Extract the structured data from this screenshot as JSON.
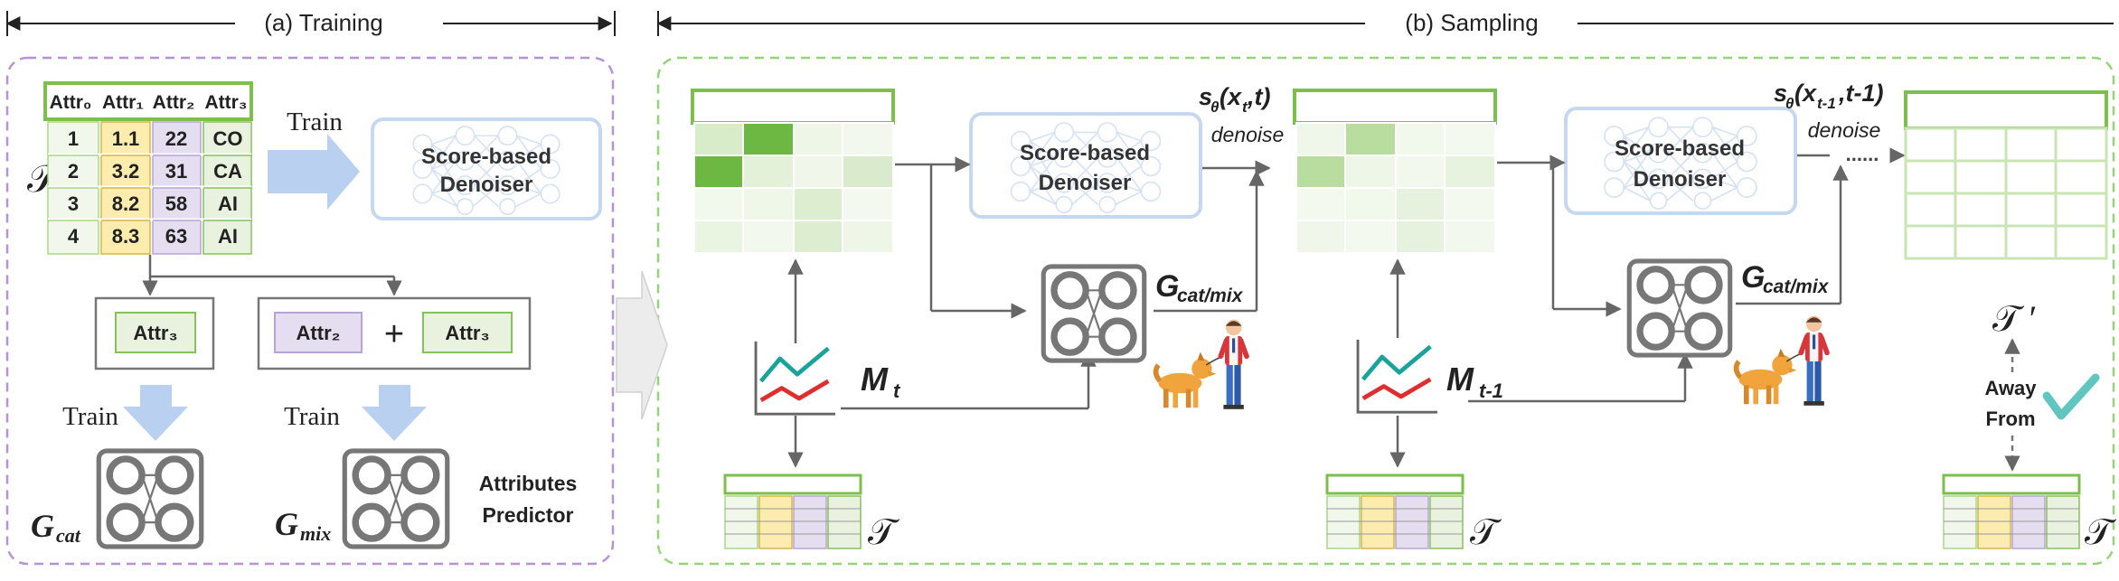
{
  "sections": {
    "training_label": "(a) Training",
    "sampling_label": "(b) Sampling"
  },
  "training": {
    "table_symbol": "𝒯",
    "table_headers": [
      "Attr₀",
      "Attr₁",
      "Attr₂",
      "Attr₃"
    ],
    "table_rows": [
      [
        "1",
        "1.1",
        "22",
        "CO"
      ],
      [
        "2",
        "3.2",
        "31",
        "CA"
      ],
      [
        "3",
        "8.2",
        "58",
        "AI"
      ],
      [
        "4",
        "8.3",
        "63",
        "AI"
      ]
    ],
    "train_label": "Train",
    "denoiser_label_line1": "Score-based",
    "denoiser_label_line2": "Denoiser",
    "cat_input": "Attr₃",
    "mix_input_a": "Attr₂",
    "plus": "+",
    "mix_input_b": "Attr₃",
    "train_cat": "Train",
    "train_mix": "Train",
    "g_cat": "G",
    "g_cat_sub": "cat",
    "g_mix": "G",
    "g_mix_sub": "mix",
    "predictor_line1": "Attributes",
    "predictor_line2": "Predictor"
  },
  "sampling": {
    "step1": {
      "score_fn": "s",
      "score_sub": "θ",
      "score_args": "(x",
      "score_args_sub": "t",
      "score_args_end": ",t)",
      "denoise": "denoise",
      "denoiser_line1": "Score-based",
      "denoiser_line2": "Denoiser",
      "g_label": "G",
      "g_sub": "cat/mix",
      "mask_label": "M",
      "mask_sub": "t",
      "table_symbol": "𝒯"
    },
    "step2": {
      "score_fn": "s",
      "score_sub": "θ",
      "score_args": "(x",
      "score_args_sub": "t-1",
      "score_args_end": ",t-1)",
      "denoise": "denoise",
      "denoiser_line1": "Score-based",
      "denoiser_line2": "Denoiser",
      "g_label": "G",
      "g_sub": "cat/mix",
      "mask_label": "M",
      "mask_sub": "t-1",
      "table_symbol": "𝒯"
    },
    "result": {
      "dots": "......",
      "t_prime": "𝒯 ′",
      "away_line1": "Away",
      "away_line2": "From",
      "table_symbol": "𝒯"
    }
  },
  "colors": {
    "green_border": "#7cc04b",
    "purple_border": "#b693d6",
    "arrow_blue": "#b9d0f0",
    "denoiser_border": "#c6d8ef",
    "net_gray": "#777777",
    "chart_teal": "#1aa39a",
    "chart_red": "#e02d2d",
    "yellow_cell": "#fcecae",
    "purple_cell": "#e5def0",
    "green_cell": "#e8f2df",
    "check_teal": "#5fc7c0"
  }
}
